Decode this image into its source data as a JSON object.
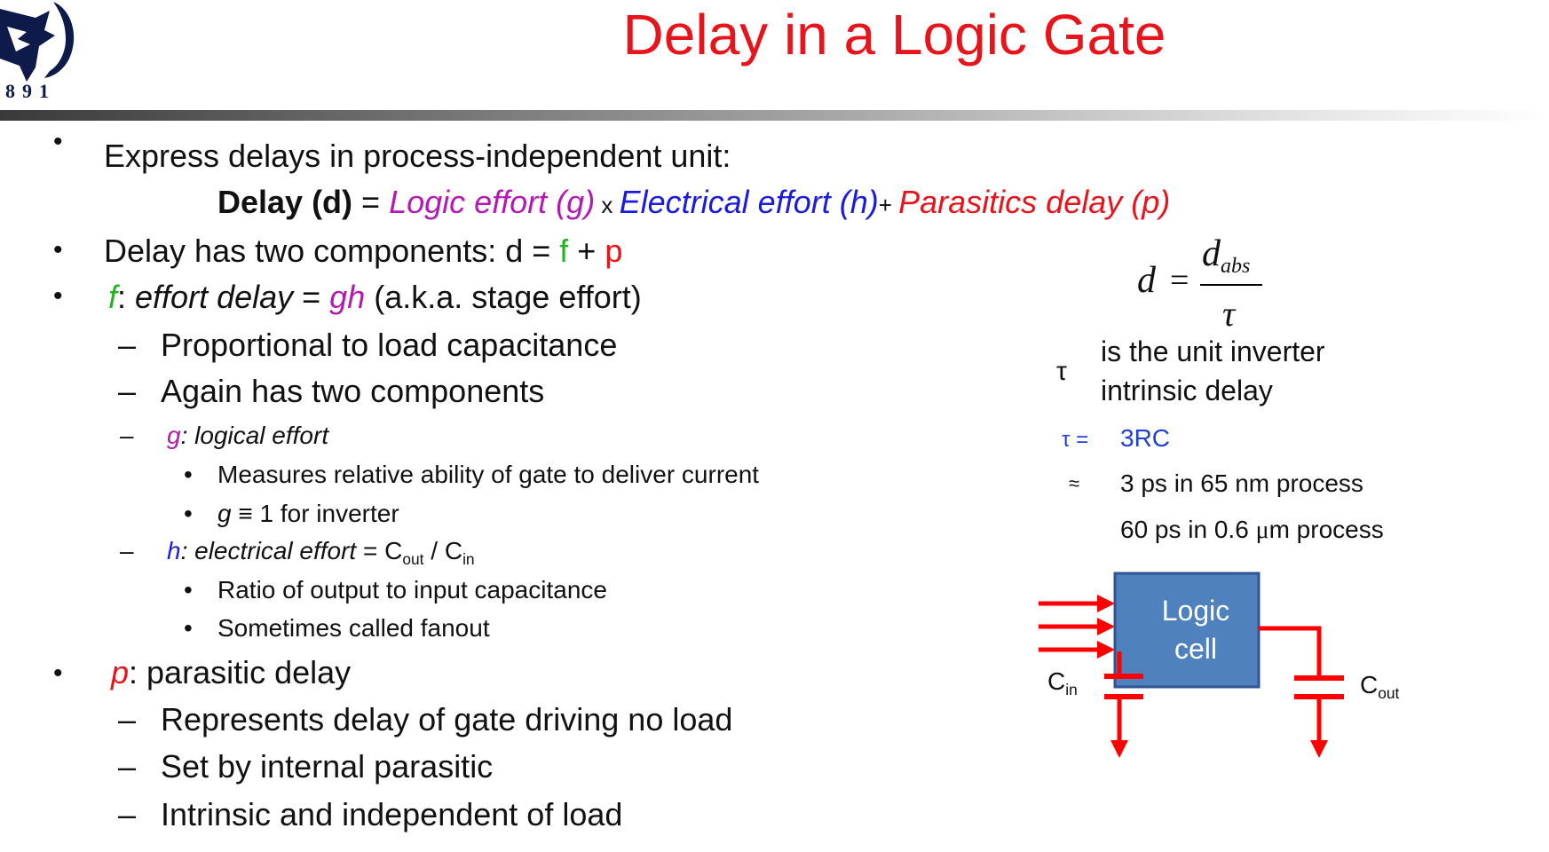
{
  "title": "Delay in a Logic Gate",
  "logo": {
    "text": "891",
    "name": "eagle-logo"
  },
  "bullets": {
    "b1": "Express delays in process-independent unit:",
    "formula": {
      "lhs": "Delay (d)",
      "eq": " = ",
      "g": "Logic effort (g)",
      "x": " x ",
      "h": "Electrical effort (h)",
      "plus": "+ ",
      "p": "Parasitics delay (p)"
    },
    "b2": {
      "pre": "Delay has two components: d = ",
      "f": "f",
      "mid": " + ",
      "p": "p"
    },
    "b3": {
      "f": "f",
      "colon": ": ",
      "effort": "effort delay",
      "eq": " = ",
      "gh": "gh",
      "post": " (a.k.a. stage effort)"
    },
    "b3_subs": [
      "Proportional to load capacitance",
      "Again has two components"
    ],
    "g_line": {
      "g": "g",
      "rest": ": logical effort"
    },
    "g_subs": [
      "Measures relative ability of gate to deliver current",
      "1 for inverter"
    ],
    "g_sym": "g",
    "equiv": "≡",
    "h_line": {
      "h": "h",
      "rest": ": electrical effort",
      "eq": " = C",
      "out": "out",
      "slash": " / C",
      "in": "in"
    },
    "h_subs": [
      "Ratio of output to input capacitance",
      "Sometimes called fanout"
    ],
    "b4": {
      "p": "p",
      "rest": ": parasitic delay"
    },
    "b4_subs": [
      "Represents delay of gate driving no load",
      "Set by internal parasitic",
      "Intrinsic and independent of load"
    ]
  },
  "right": {
    "d": "d",
    "eq": "=",
    "dabs": "d",
    "abs": "abs",
    "tau": "τ",
    "tau_sym": "τ",
    "tau_desc_1": "is the unit inverter",
    "tau_desc_2": "intrinsic delay",
    "tau_eq": "τ =",
    "rc": "3RC",
    "approx": "≈",
    "p65": "3 ps in 65 nm process",
    "p06_pre": "60 ps in 0.6 ",
    "mu": "μ",
    "p06_post": "m process"
  },
  "diagram": {
    "cell_line1": "Logic",
    "cell_line2": "cell",
    "cin": "C",
    "cin_sub": "in",
    "cout": "C",
    "cout_sub": "out",
    "cell_color": "#4f81bd",
    "wire_color": "#ff0000"
  }
}
